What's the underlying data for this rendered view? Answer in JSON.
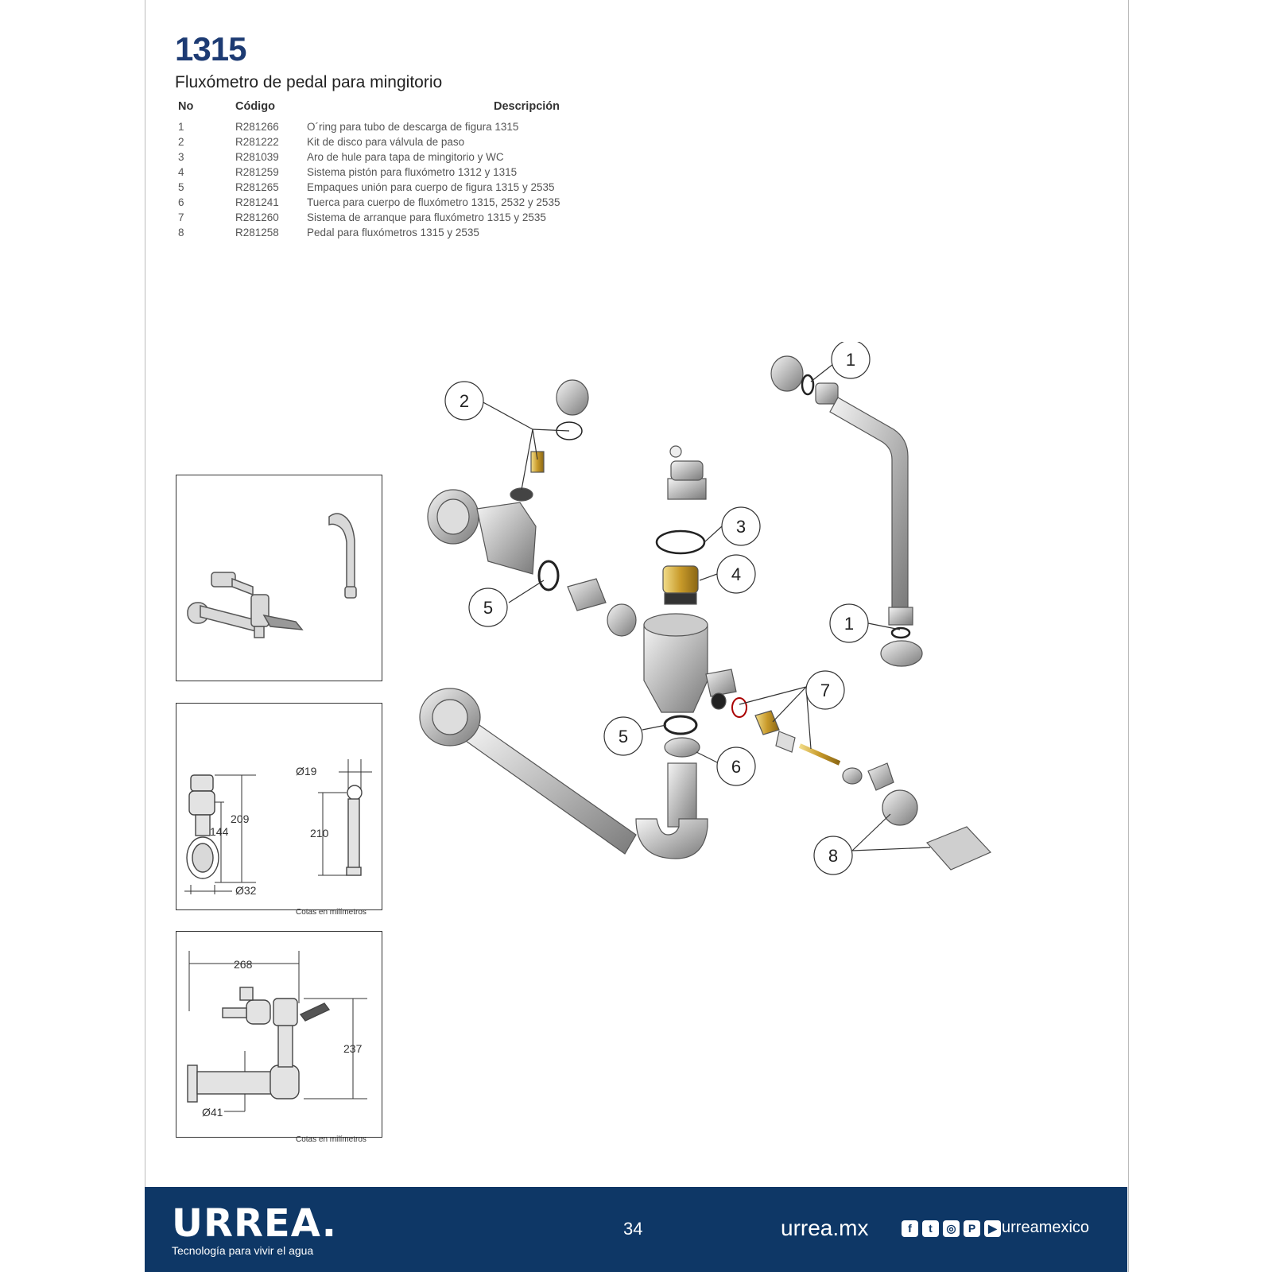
{
  "header": {
    "model": "1315",
    "subtitle": "Fluxómetro de pedal para mingitorio"
  },
  "table": {
    "columns": [
      "No",
      "Código",
      "Descripción"
    ],
    "rows": [
      {
        "no": "1",
        "code": "R281266",
        "desc": "O´ring para tubo de descarga de figura 1315"
      },
      {
        "no": "2",
        "code": "R281222",
        "desc": "Kit de disco para válvula de paso"
      },
      {
        "no": "3",
        "code": "R281039",
        "desc": "Aro de hule para tapa de mingitorio y WC"
      },
      {
        "no": "4",
        "code": "R281259",
        "desc": "Sistema pistón para fluxómetro 1312 y 1315"
      },
      {
        "no": "5",
        "code": "R281265",
        "desc": "Empaques unión para cuerpo de figura 1315 y 2535"
      },
      {
        "no": "6",
        "code": "R281241",
        "desc": "Tuerca para cuerpo de fluxómetro 1315, 2532 y 2535"
      },
      {
        "no": "7",
        "code": "R281260",
        "desc": "Sistema de arranque para fluxómetro 1315 y 2535"
      },
      {
        "no": "8",
        "code": "R281258",
        "desc": "Pedal para fluxómetros 1315 y 2535"
      }
    ]
  },
  "dimensions": {
    "panel2": {
      "d19": "Ø19",
      "d209": "209",
      "d144": "144",
      "d210": "210",
      "d32": "Ø32"
    },
    "panel3": {
      "d268": "268",
      "d237": "237",
      "d41": "Ø41"
    },
    "note": "Cotas en milímetros"
  },
  "callouts": [
    "1",
    "2",
    "3",
    "4",
    "5",
    "5",
    "6",
    "7",
    "1",
    "8"
  ],
  "footer": {
    "brand": "URREA.",
    "tagline": "Tecnología para vivir el agua",
    "page": "34",
    "site": "urrea.mx",
    "handle": "urreamexico",
    "social_icons": [
      "facebook-icon",
      "twitter-icon",
      "instagram-icon",
      "pinterest-icon",
      "youtube-icon"
    ],
    "brand_color": "#0e3766"
  }
}
